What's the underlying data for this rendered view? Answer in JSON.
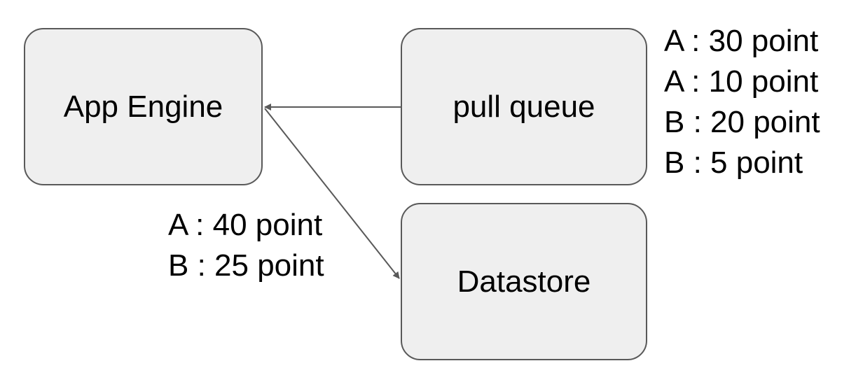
{
  "nodes": {
    "app_engine": "App Engine",
    "pull_queue": "pull queue",
    "datastore": "Datastore"
  },
  "queue_items": [
    "A : 30 point",
    "A : 10 point",
    "B : 20 point",
    "B : 5 point"
  ],
  "written_totals": [
    "A : 40 point",
    "B : 25 point"
  ],
  "colors": {
    "node_fill": "#efefef",
    "node_border": "#595959",
    "edge": "#595959"
  }
}
